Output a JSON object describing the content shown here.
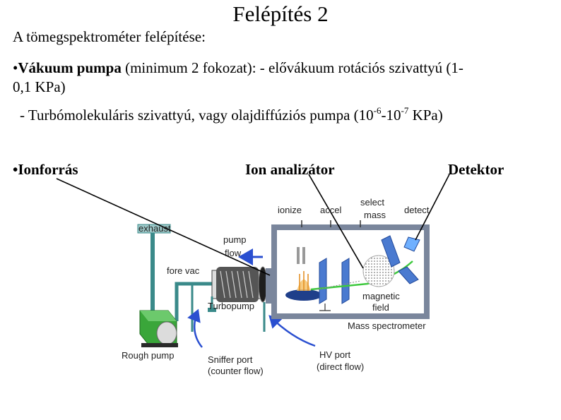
{
  "title": "Felépítés 2",
  "subtitle": "A tömegspektrométer felépítése:",
  "vacuum": {
    "bullet": "•",
    "term": "Vákuum pumpa",
    "line1_rest": " (minimum 2 fokozat): - elővákuum rotációs szivattyú (1-",
    "line2": "0,1 KPa)",
    "line3_pre": "- Turbómolekuláris szivattyú, vagy olajdiffúziós pumpa (10",
    "exp1": "-6",
    "mid": "-10",
    "exp2": "-7",
    "line3_post": " KPa)"
  },
  "labels": {
    "ion_source": "•Ionforrás",
    "analyzer": "Ion analizátor",
    "detector": "Detektor"
  },
  "diagram": {
    "ionize": "ionize",
    "accel": "accel",
    "select1": "select",
    "select2": "mass",
    "detect": "detect",
    "exhaust": "exhaust",
    "pump1": "pump",
    "pump2": "flow",
    "fore_vac": "fore vac",
    "turbopump": "Turbopump",
    "magnetic1": "magnetic",
    "magnetic2": "field",
    "mass_spec": "Mass spectrometer",
    "rough_pump": "Rough pump",
    "sniffer1": "Sniffer port",
    "sniffer2": "(counter flow)",
    "hv1": "HV port",
    "hv2": "(direct flow)"
  },
  "colors": {
    "chamber": "#7a869c",
    "pipe": "#3a8a8a",
    "pump_green": "#3aa63a",
    "plate_blue": "#4a7ad0",
    "arrow_blue": "#2a4fd0",
    "beam_green": "#3ec93e"
  }
}
